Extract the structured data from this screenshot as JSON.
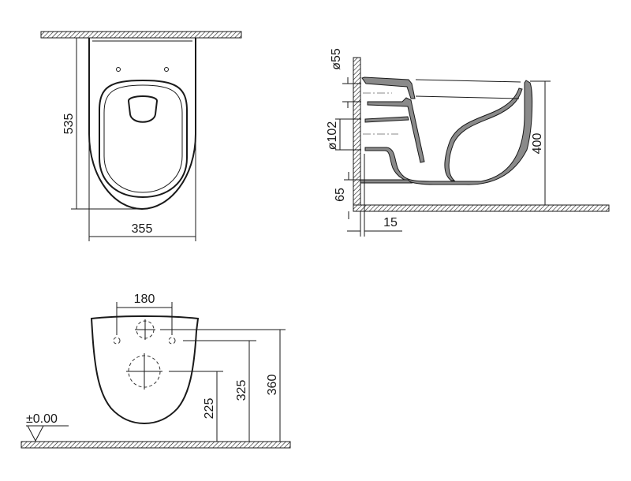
{
  "drawing": {
    "top_view": {
      "width_label": "355",
      "depth_label": "535"
    },
    "side_view": {
      "inlet_diameter_label": "ø55",
      "outlet_diameter_label": "ø102",
      "outlet_height_label": "65",
      "wall_gap_label": "15",
      "height_label": "400"
    },
    "rear_view": {
      "bolt_spacing_label": "180",
      "outlet_height_label": "225",
      "bolt_height_label": "325",
      "inlet_height_label": "360",
      "floor_level_label": "±0.00"
    }
  },
  "colors": {
    "line": "#1a1a1a",
    "shell_fill": "#8a8a8a",
    "background": "#ffffff"
  }
}
